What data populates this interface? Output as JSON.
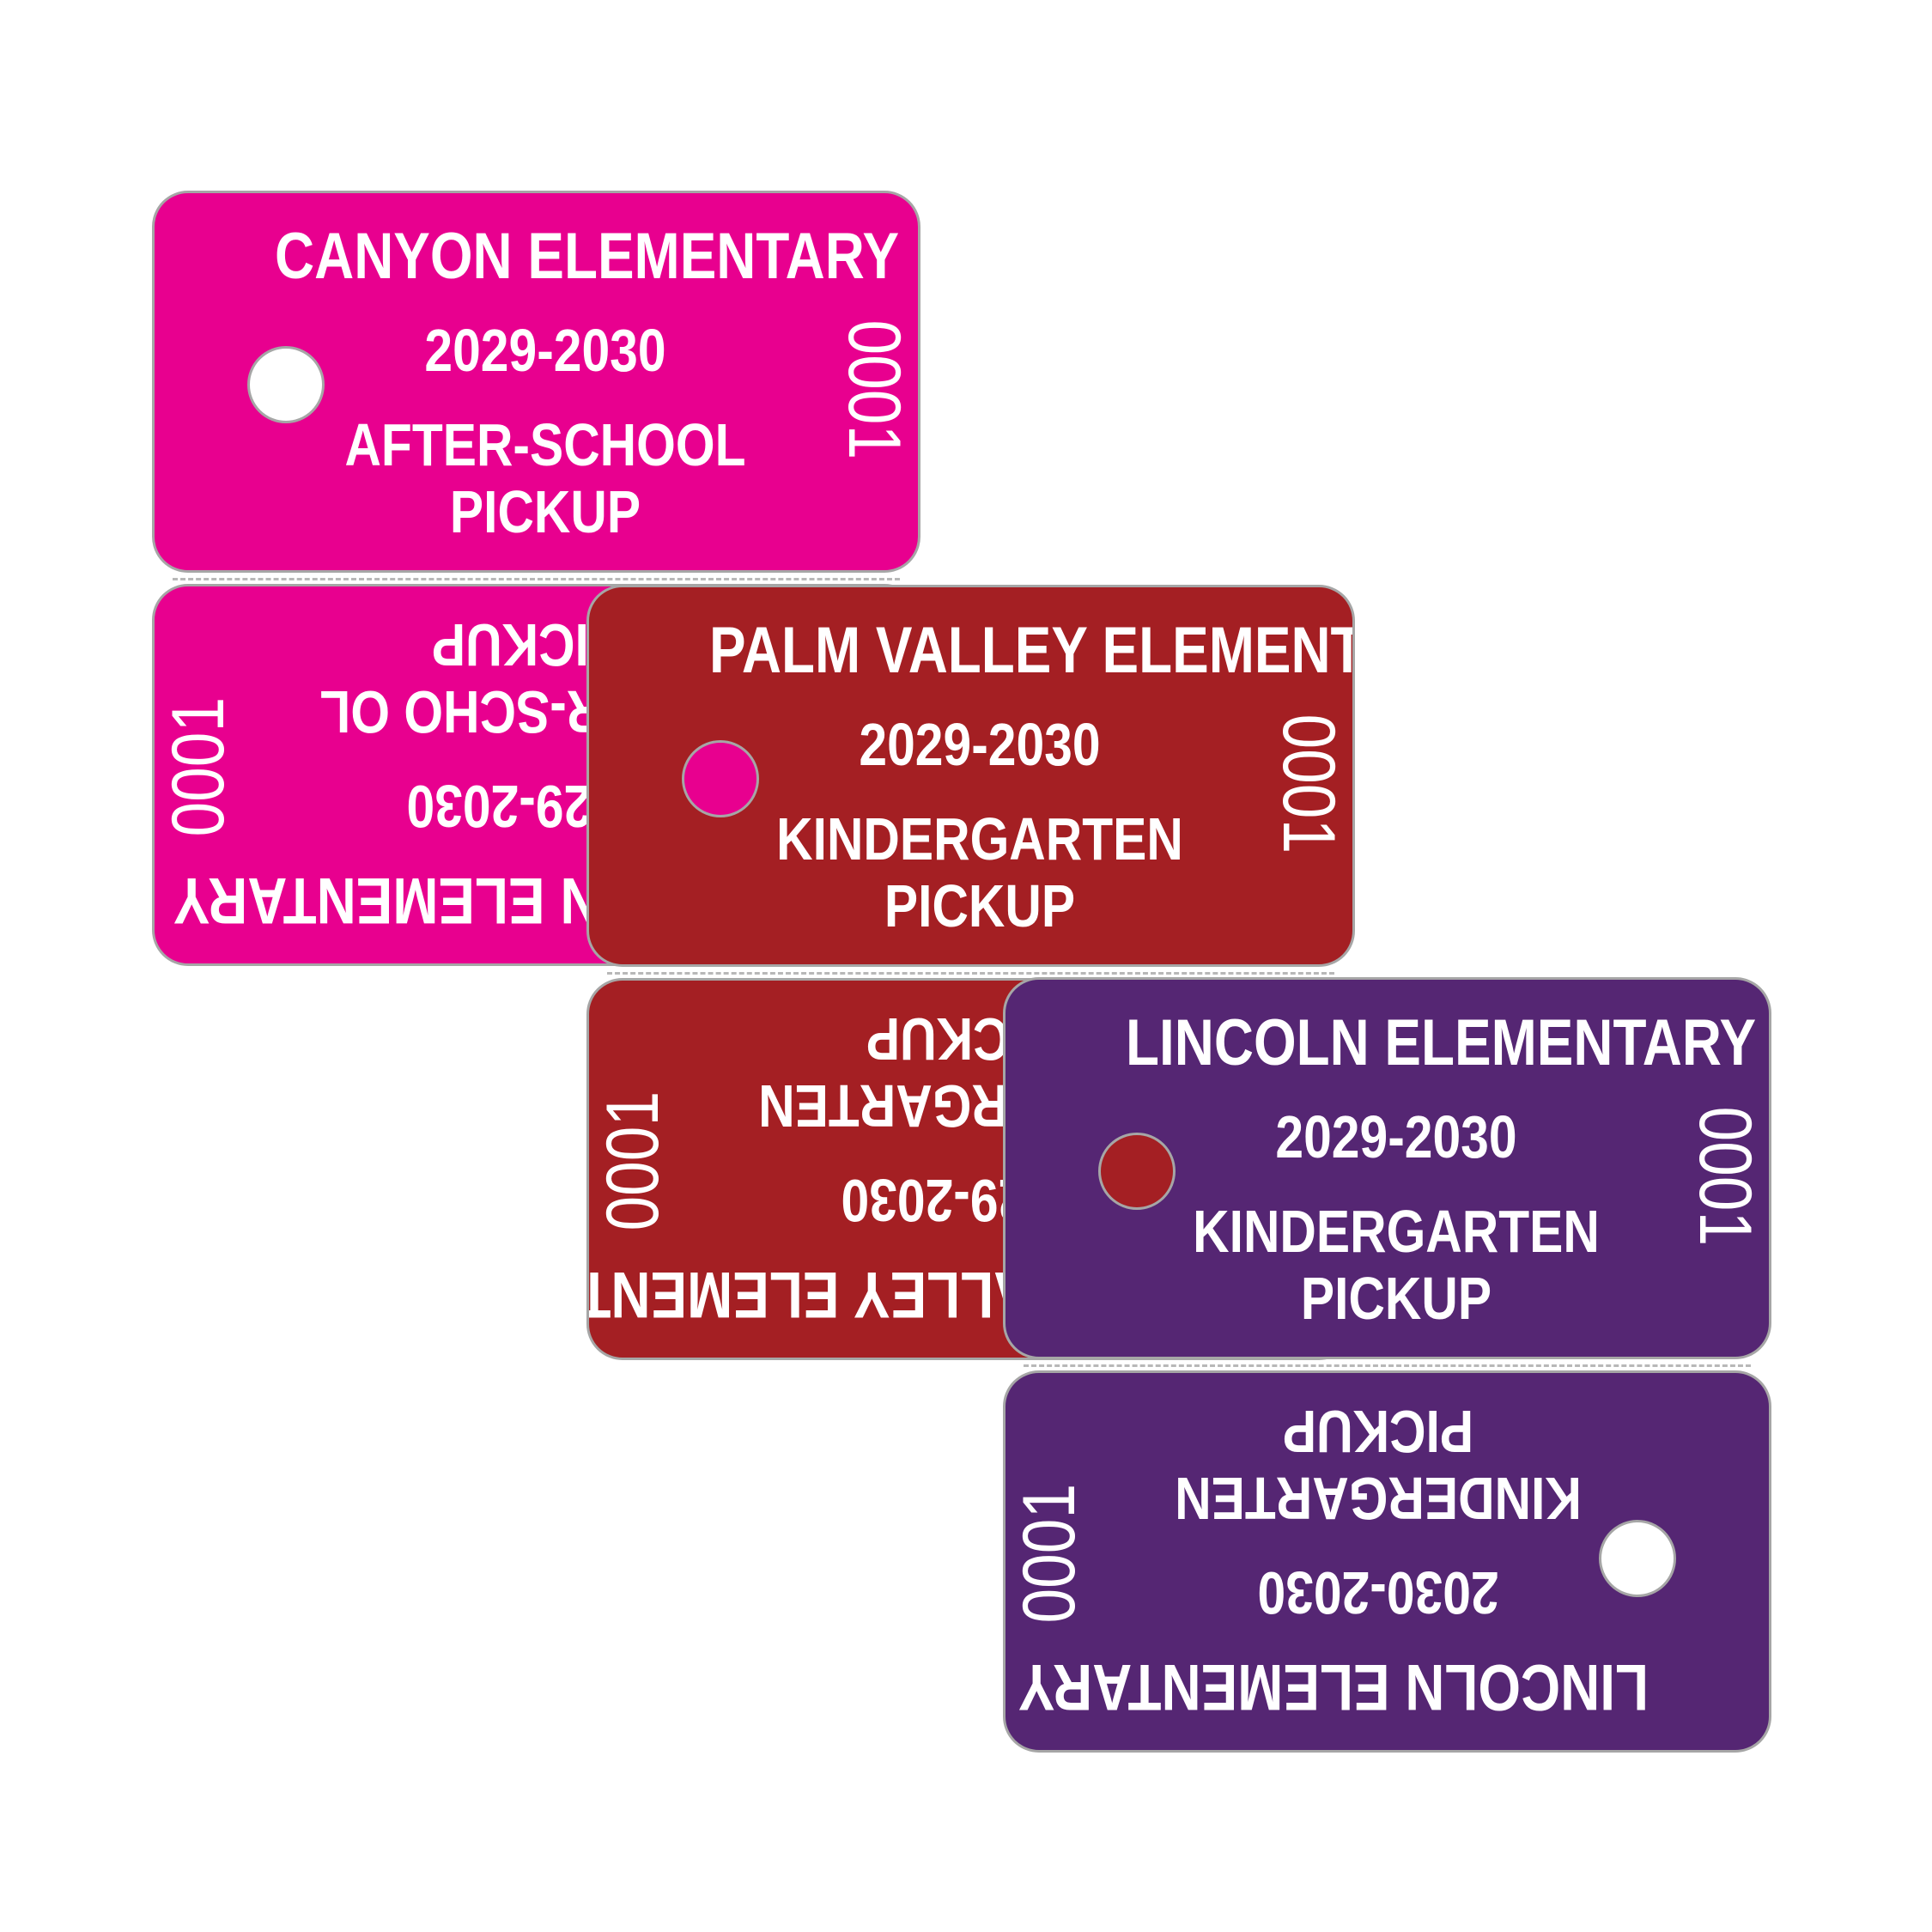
{
  "tags": [
    {
      "id": "canyon",
      "color": "#e8008f",
      "hole_color": "#ffffff",
      "school": "CANYON ELEMENTARY",
      "year": "2029-2030",
      "program_line1": "AFTER-SCHOOL",
      "program_line2": "PICKUP",
      "serial": "0001",
      "stub_program_line1": "AFTER-SCHO OL"
    },
    {
      "id": "palm-valley",
      "color": "#a41f23",
      "hole_color": "#e8008f",
      "school": "PALM VALLEY ELEMENTARY",
      "year": "2029-2030",
      "program_line1": "KINDERGARTEN",
      "program_line2": "PICKUP",
      "serial": "0001"
    },
    {
      "id": "lincoln",
      "color": "#552673",
      "hole_color": "#a41f23",
      "school": "LINCOLN ELEMENTARY",
      "year": "2029-2030",
      "program_line1": "KINDERGARTEN",
      "program_line2": "PICKUP",
      "serial": "0001",
      "stub_year": "2030-2030",
      "stub_hole_color": "#ffffff"
    }
  ]
}
